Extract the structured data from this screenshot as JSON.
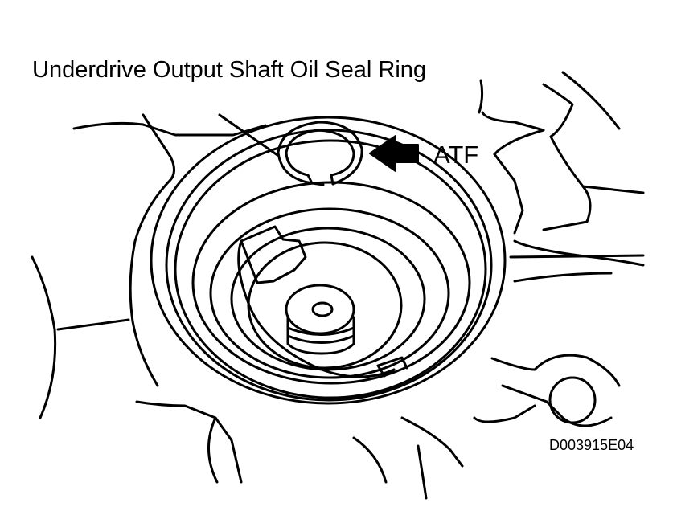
{
  "labels": {
    "part_name": "Underdrive Output Shaft Oil Seal Ring",
    "fluid": "ATF",
    "figure_code": "D003915E04"
  },
  "colors": {
    "line": "#000000",
    "background": "#ffffff"
  }
}
